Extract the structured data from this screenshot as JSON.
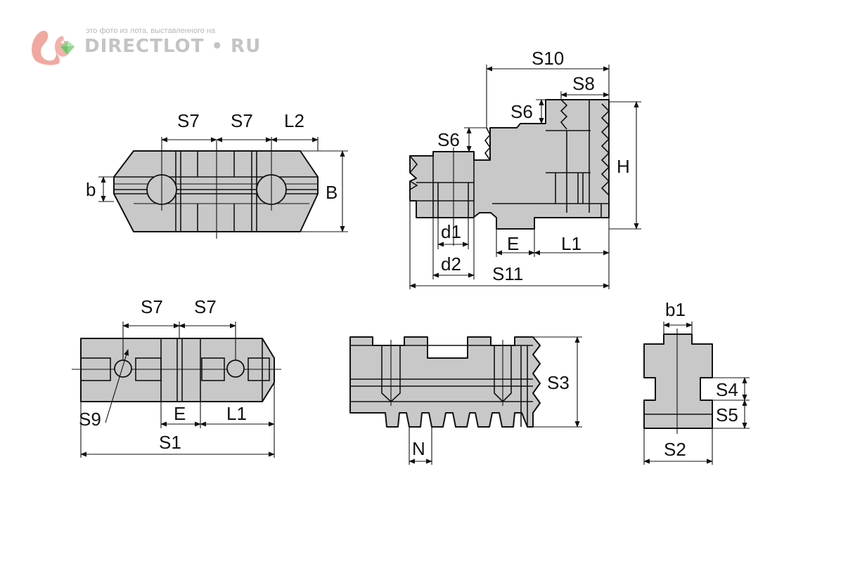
{
  "watermark": {
    "caption": "это фото из лота, выставленного на",
    "brand": "DIRECTLOT • RU",
    "icon": "squirrel-gem-logo"
  },
  "views": {
    "top_view": {
      "labels": {
        "s7_left": "S7",
        "s7_right": "S7",
        "l2": "L2",
        "b_small": "b",
        "b_width": "B"
      }
    },
    "side_view": {
      "labels": {
        "s10": "S10",
        "s8": "S8",
        "s6_right": "S6",
        "s6_left": "S6",
        "h": "H",
        "d1": "d1",
        "d2": "d2",
        "e": "E",
        "l1": "L1",
        "s11": "S11"
      }
    },
    "bottom_view": {
      "labels": {
        "s7_left": "S7",
        "s7_right": "S7",
        "s9": "S9",
        "e": "E",
        "l1": "L1",
        "s1": "S1"
      }
    },
    "front_view": {
      "labels": {
        "s3": "S3",
        "n": "N"
      }
    },
    "end_view": {
      "labels": {
        "b1": "b1",
        "s4": "S4",
        "s5": "S5",
        "s2": "S2"
      }
    }
  }
}
